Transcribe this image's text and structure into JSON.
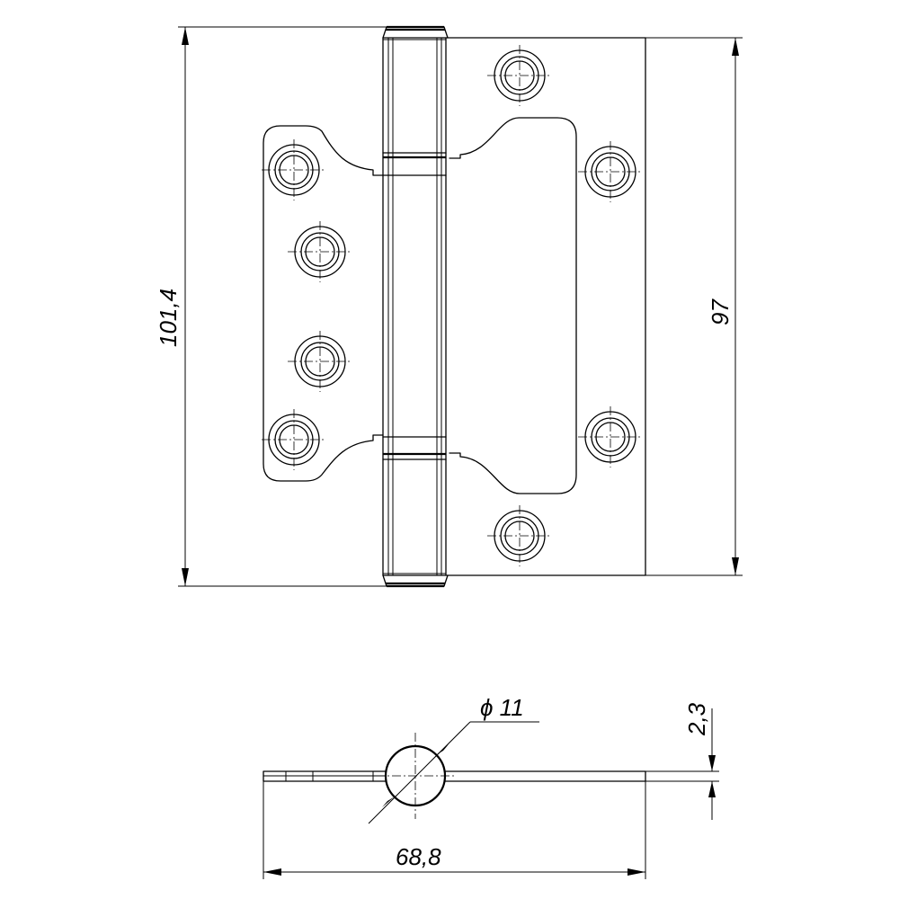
{
  "dimensions": {
    "height_overall": "101,4",
    "height_leaf": "97",
    "width_overall": "68,8",
    "knuckle_diameter": "ϕ 11",
    "thickness": "2,3"
  }
}
